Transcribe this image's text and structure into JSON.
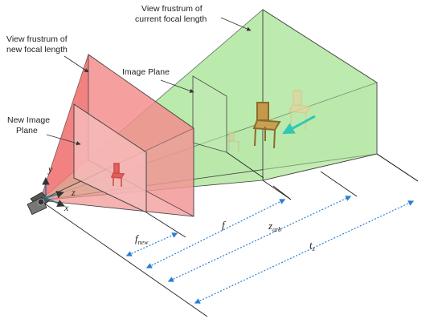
{
  "labels": {
    "view_frustum_current_line1": "View frustrum of",
    "view_frustum_current_line2": "current focal length",
    "view_frustum_new_line1": "View frustrum of",
    "view_frustum_new_line2": "new focal length",
    "image_plane": "Image Plane",
    "new_image_plane_line1": "New Image",
    "new_image_plane_line2": "Plane"
  },
  "distances": {
    "f_new_base": "f",
    "f_new_sub": "new",
    "f_base": "f",
    "z_arb_base": "z",
    "z_arb_sub": "arb",
    "t_z_base": "t",
    "t_z_sub": "z"
  },
  "axes": {
    "x": "x",
    "y": "y",
    "z": "z"
  },
  "colors": {
    "green_fill": "#9fe08a",
    "red_fill": "#f26565",
    "dimension_line": "#2a7fd0",
    "axis_color": "#2b7a9c",
    "teal_arrow": "#33c7b3"
  }
}
